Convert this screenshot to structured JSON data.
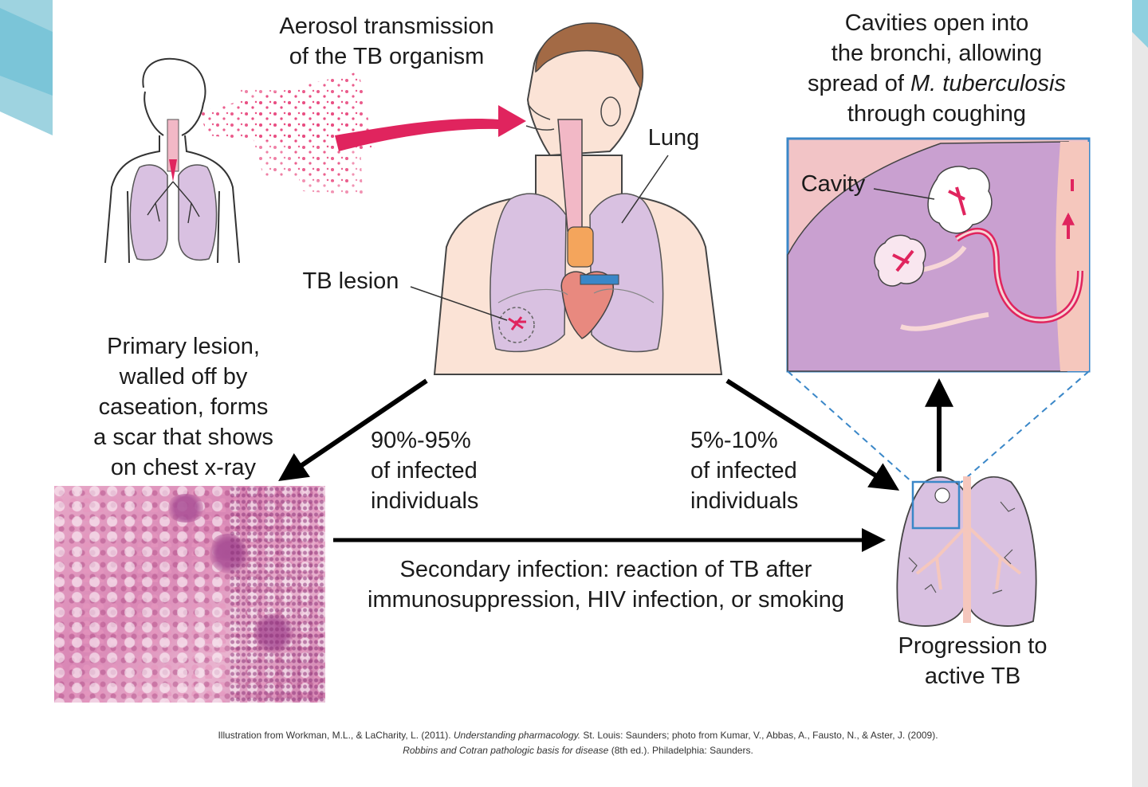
{
  "labels": {
    "aerosol": [
      "Aerosol transmission",
      "of the TB organism"
    ],
    "lung": "Lung",
    "tb_lesion": "TB lesion",
    "cavities": [
      "Cavities open into",
      "the bronchi, allowing",
      "through coughing"
    ],
    "cavities_line3_prefix": "spread of ",
    "cavities_line3_italic": "M. tuberculosis",
    "cavity": "Cavity",
    "primary": [
      "Primary lesion,",
      "walled off by",
      "caseation, forms",
      "a scar that shows",
      "on chest x-ray"
    ],
    "pct_90": [
      "90%-95%",
      "of infected",
      "individuals"
    ],
    "pct_5": [
      "5%-10%",
      "of infected",
      "individuals"
    ],
    "secondary": [
      "Secondary infection: reaction of TB after",
      "immunosuppression, HIV infection, or smoking"
    ],
    "progression": [
      "Progression to",
      "active TB"
    ]
  },
  "credit": {
    "line1_a": "Illustration from Workman, M.L., & LaCharity, L. (2011). ",
    "line1_b": "Understanding pharmacology.",
    "line1_c": " St. Louis: Saunders; photo from Kumar, V., Abbas, A., Fausto, N., & Aster, J. (2009).",
    "line2_a": "Robbins and Cotran pathologic basis for disease",
    "line2_b": " (8th ed.). Philadelphia: Saunders."
  },
  "colors": {
    "lung": "#d9c1e1",
    "lung_stroke": "#555555",
    "aerosol": "#e0245e",
    "skin": "#fbe3d6",
    "hair": "#a36a45",
    "heart": "#e8897f",
    "box_frame": "#3a87c8",
    "arrow": "#000000"
  }
}
